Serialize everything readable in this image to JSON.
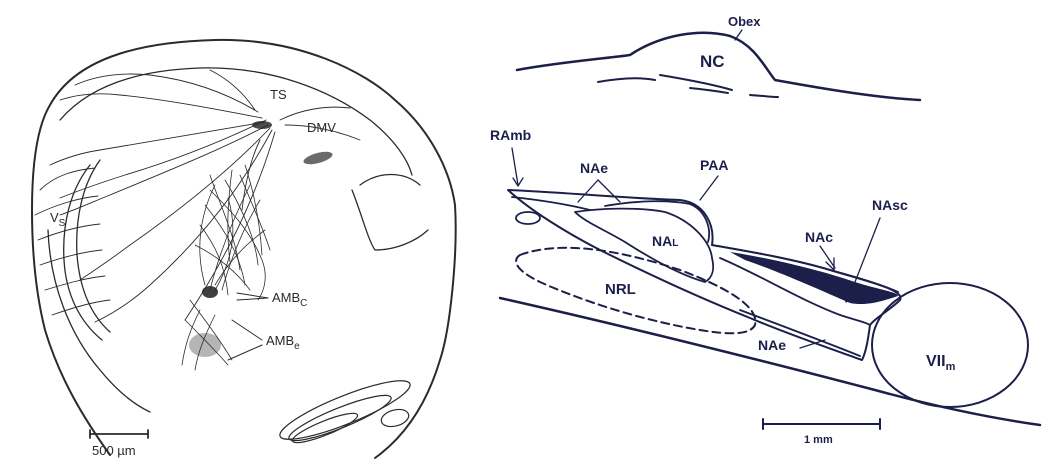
{
  "left_panel": {
    "labels": {
      "ts": "TS",
      "dmv": "DMV",
      "vs_main": "V",
      "vs_sub": "S",
      "ambc_main": "AMB",
      "ambc_sub": "C",
      "ambe_main": "AMB",
      "ambe_sub": "e"
    },
    "scale_bar": "500 µm"
  },
  "right_panel": {
    "labels": {
      "obex": "Obex",
      "nc": "NC",
      "ramb": "RAmb",
      "nae_top": "NAe",
      "paa": "PAA",
      "nasc": "NAsc",
      "nal_main": "NA",
      "nal_sub": "L",
      "nac": "NAc",
      "nrl": "NRL",
      "nae_bottom": "NAe",
      "vii_main": "VII",
      "vii_sub": "m"
    },
    "scale_bar": "1 mm"
  },
  "colors": {
    "left_ink": "#2b2b2b",
    "right_ink": "#1c1f4a",
    "background": "#ffffff"
  }
}
